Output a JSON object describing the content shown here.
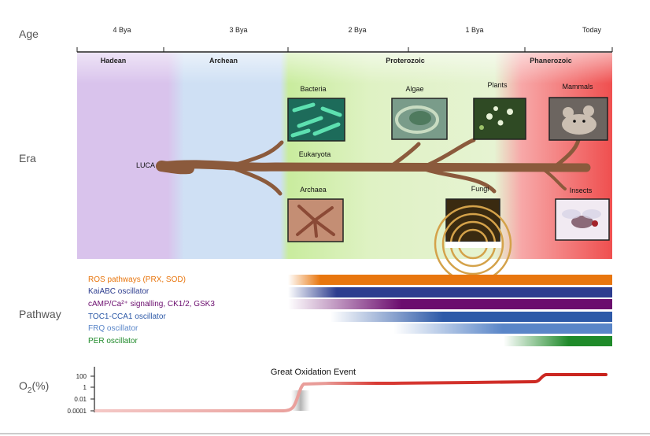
{
  "row_labels": {
    "age": "Age",
    "era": "Era",
    "pathway": "Pathway",
    "o2": "O",
    "o2_sub": "2",
    "o2_unit": "(%)"
  },
  "age_ticks": [
    "4 Bya",
    "3 Bya",
    "2 Bya",
    "1 Bya",
    "Today"
  ],
  "eras": [
    {
      "label": "Hadean",
      "color": "#d9c3ec"
    },
    {
      "label": "Archean",
      "color": "#cfe0f4"
    },
    {
      "label": "Proterozoic",
      "color": "#c9ec9e"
    },
    {
      "label": "Phanerozoic",
      "color": "#ef4f4f"
    }
  ],
  "tree": {
    "root": "LUCA",
    "nodes": [
      "Bacteria",
      "Algae",
      "Plants",
      "Mammals",
      "Eukaryota",
      "Archaea",
      "Fungi",
      "Insects"
    ],
    "branch_color": "#8b5a3c"
  },
  "thumbnails": [
    {
      "name": "bacteria-image",
      "bg": "#1d6b5a",
      "fg": "#5de0b0"
    },
    {
      "name": "algae-image",
      "bg": "#7a9c8a",
      "fg": "#c9dcc2"
    },
    {
      "name": "plants-image",
      "bg": "#2f4a24",
      "fg": "#e8f2d8"
    },
    {
      "name": "mammals-image",
      "bg": "#6c6560",
      "fg": "#cbbfb2"
    },
    {
      "name": "archaea-image",
      "bg": "#c48e74",
      "fg": "#8b4a36"
    },
    {
      "name": "fungi-image",
      "bg": "#3a2a10",
      "fg": "#d4a24a"
    },
    {
      "name": "insects-image",
      "bg": "#f1eaf2",
      "fg": "#8b6a78"
    }
  ],
  "pathways": [
    {
      "label": "ROS pathways (PRX, SOD)",
      "color": "#e8760e"
    },
    {
      "label": "KaiABC oscillator",
      "color": "#2d3d8f"
    },
    {
      "label": "cAMP/Ca²⁺ signalling, CK1/2, GSK3",
      "color": "#6b0d6e"
    },
    {
      "label": "TOC1-CCA1 oscillator",
      "color": "#2e5aa8"
    },
    {
      "label": "FRQ oscillator",
      "color": "#5a86c8"
    },
    {
      "label": "PER oscillator",
      "color": "#1f8a2a"
    }
  ],
  "o2": {
    "event_label": "Great Oxidation Event",
    "y_ticks": [
      "100",
      "1",
      "0.01",
      "0.0001"
    ],
    "line_color": "#d83a34"
  }
}
